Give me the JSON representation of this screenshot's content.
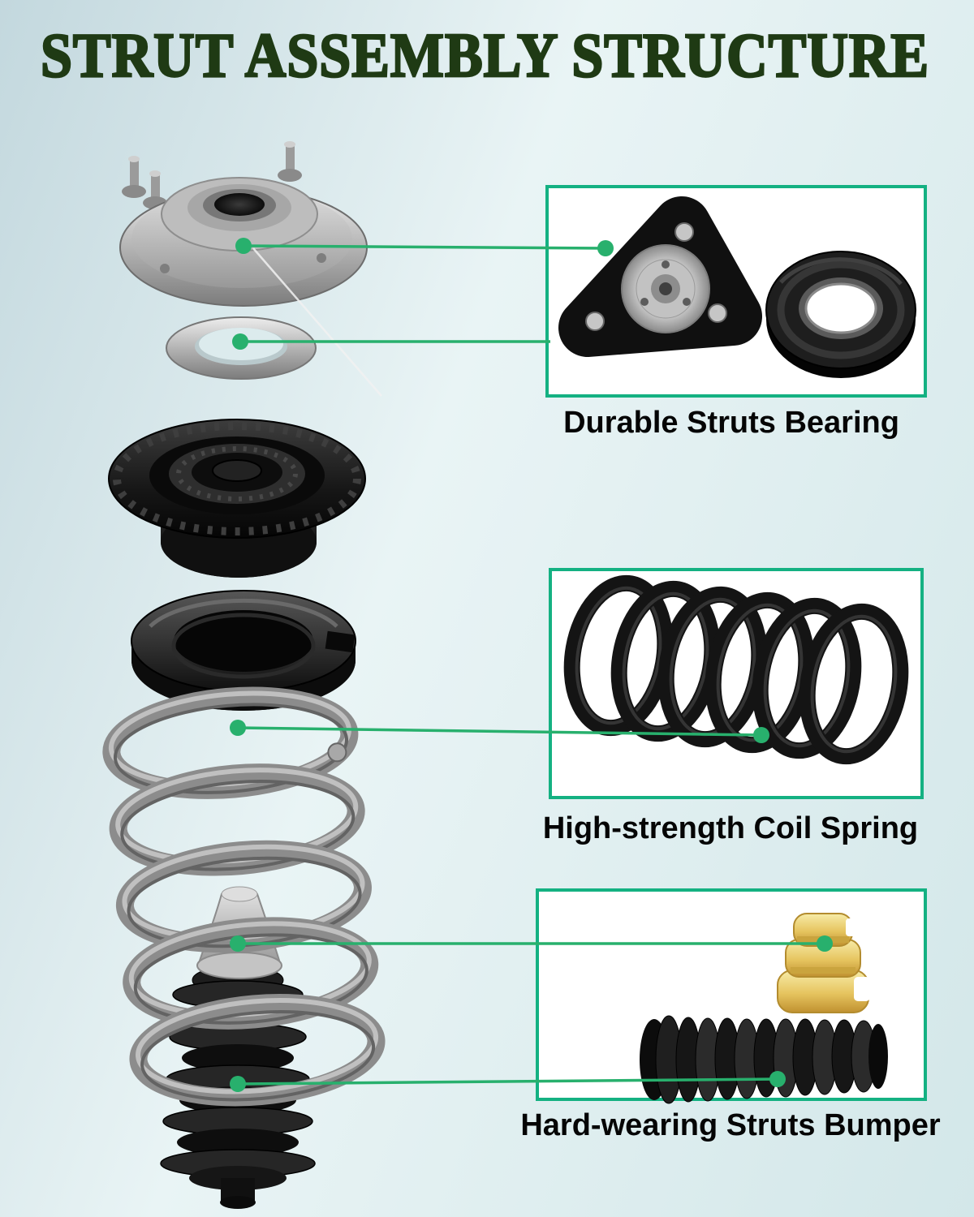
{
  "title": "STRUT ASSEMBLY STRUCTURE",
  "callouts": [
    {
      "label": "Durable Struts Bearing"
    },
    {
      "label": "High-strength Coil Spring"
    },
    {
      "label": "Hard-wearing Struts Bumper"
    }
  ],
  "graphics": {
    "exploded_parts": [
      "strut-mount",
      "bearing-spacer-ring",
      "strut-bearing",
      "spring-seat",
      "coil-spring",
      "bump-stop",
      "dust-boot"
    ],
    "callout_graphics": [
      "strut-mount-plate",
      "strut-bearing-ring",
      "coil-spring",
      "yellow-bump-stop",
      "dust-boot"
    ]
  },
  "colors": {
    "background": "#dcecee",
    "box_border": "#14b182",
    "connector": "#28b06d",
    "title": "#1f3a14",
    "label_text": "#000000",
    "bumper_yellow": "#e6c45f"
  }
}
